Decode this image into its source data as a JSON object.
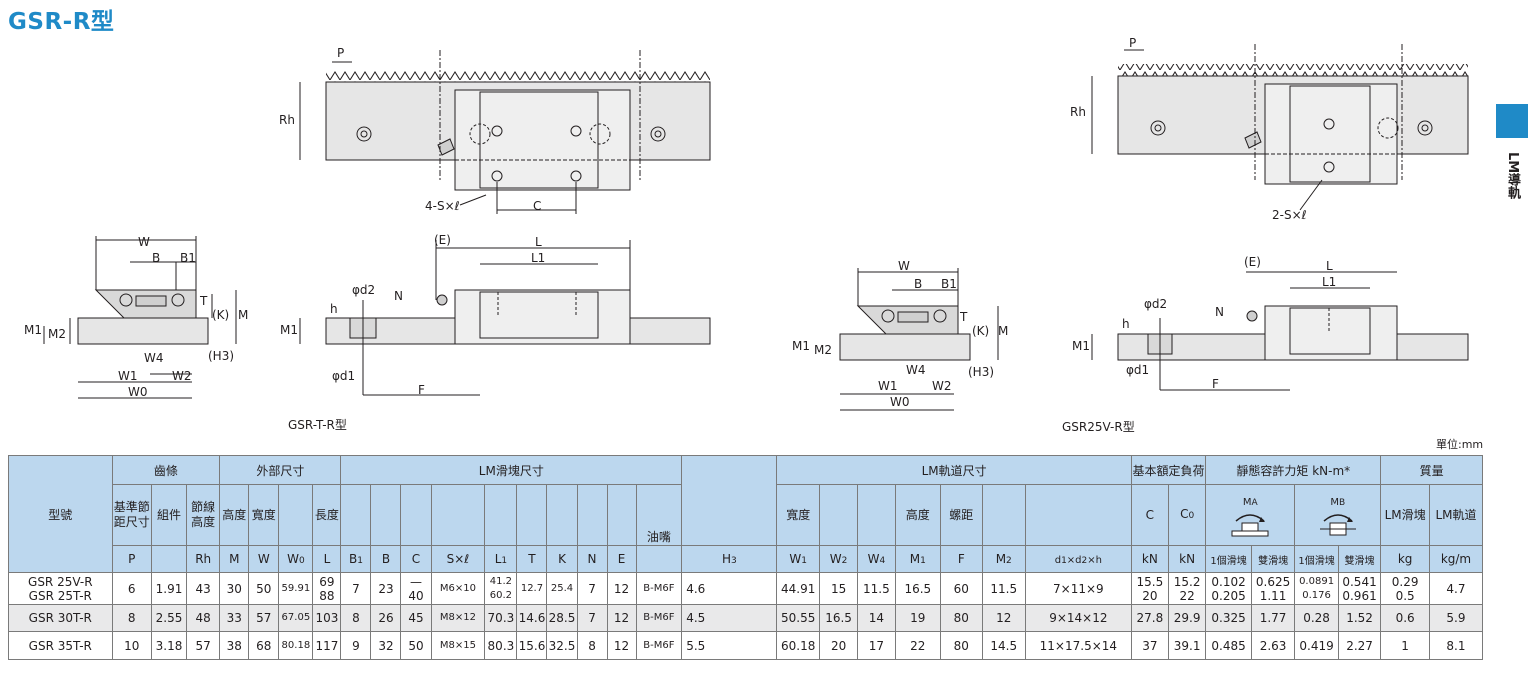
{
  "page_title": "GSR-R型",
  "side_tab_label": "LM導軌",
  "captions": {
    "left_drawing": "GSR-T-R型",
    "right_drawing": "GSR25V-R型"
  },
  "unit_note": "單位:mm",
  "drawing_labels": {
    "pitch": "P",
    "rail_height": "Rh",
    "holes_4": "4-S×ℓ",
    "holes_2": "2-S×ℓ",
    "c": "C",
    "w": "W",
    "b": "B",
    "b1": "B1",
    "t": "T",
    "k": "(K)",
    "m": "M",
    "m1": "M1",
    "m2": "M2",
    "w4": "W4",
    "w1": "W1",
    "w2": "W2",
    "w0": "W0",
    "h3": "(H3)",
    "e": "(E)",
    "l": "L",
    "l1": "L1",
    "d2": "φd2",
    "d1": "φd1",
    "h": "h",
    "n": "N",
    "f": "F"
  },
  "table": {
    "groups": {
      "model": "型號",
      "rack": "齒條",
      "outer": "外部尺寸",
      "block": "LM滑塊尺寸",
      "rail": "LM軌道尺寸",
      "load": "基本額定負荷",
      "moment": "靜態容許力矩 kN-m*",
      "mass": "質量"
    },
    "sub": {
      "pitch": "基準節距尺寸",
      "module": "組件",
      "pitch_height": "節線高度",
      "height": "高度",
      "width": "寬度",
      "length": "長度",
      "nipple": "油嘴",
      "rail_width": "寬度",
      "rail_height": "高度",
      "spacing": "螺距",
      "c": "C",
      "c0": "C0",
      "ma": "MA",
      "mb": "MB",
      "one_block": "1個滑塊",
      "double_block": "雙滑塊",
      "mass_block": "LM滑塊",
      "mass_rail": "LM軌道"
    },
    "symbols": [
      "P",
      "",
      "Rh",
      "M",
      "W",
      "W0",
      "L",
      "B1",
      "B",
      "C",
      "S×ℓ",
      "L1",
      "T",
      "K",
      "N",
      "E",
      "",
      "H3",
      "W1",
      "W2",
      "W4",
      "M1",
      "F",
      "M2",
      "d1×d2×h",
      "kN",
      "kN",
      "",
      "",
      "",
      "",
      "kg",
      "kg/m"
    ],
    "rows": [
      {
        "model": [
          "GSR 25V-R",
          "GSR 25T-R"
        ],
        "p": "6",
        "module": "1.91",
        "rh": "43",
        "m": "30",
        "w": "50",
        "w0": "59.91",
        "l": [
          "69",
          "88"
        ],
        "b1": "7",
        "b": "23",
        "c": [
          "—",
          "40"
        ],
        "s": "M6×10",
        "l1": [
          "41.2",
          "60.2"
        ],
        "t": "12.7",
        "k": "25.4",
        "n": "7",
        "e": "12",
        "nipple": "B-M6F",
        "h3": "4.6",
        "w1": "44.91",
        "w2": "15",
        "w4": "11.5",
        "m1": "16.5",
        "f": "60",
        "m2": "11.5",
        "d": "7×11×9",
        "c_kn": [
          "15.5",
          "20"
        ],
        "c0_kn": [
          "15.2",
          "22"
        ],
        "ma1": [
          "0.102",
          "0.205"
        ],
        "ma2": [
          "0.625",
          "1.11"
        ],
        "mb1": [
          "0.0891",
          "0.176"
        ],
        "mb2": [
          "0.541",
          "0.961"
        ],
        "kg": [
          "0.29",
          "0.5"
        ],
        "kgm": "4.7"
      },
      {
        "model": "GSR 30T-R",
        "p": "8",
        "module": "2.55",
        "rh": "48",
        "m": "33",
        "w": "57",
        "w0": "67.05",
        "l": "103",
        "b1": "8",
        "b": "26",
        "c": "45",
        "s": "M8×12",
        "l1": "70.3",
        "t": "14.6",
        "k": "28.5",
        "n": "7",
        "e": "12",
        "nipple": "B-M6F",
        "h3": "4.5",
        "w1": "50.55",
        "w2": "16.5",
        "w4": "14",
        "m1": "19",
        "f": "80",
        "m2": "12",
        "d": "9×14×12",
        "c_kn": "27.8",
        "c0_kn": "29.9",
        "ma1": "0.325",
        "ma2": "1.77",
        "mb1": "0.28",
        "mb2": "1.52",
        "kg": "0.6",
        "kgm": "5.9"
      },
      {
        "model": "GSR 35T-R",
        "p": "10",
        "module": "3.18",
        "rh": "57",
        "m": "38",
        "w": "68",
        "w0": "80.18",
        "l": "117",
        "b1": "9",
        "b": "32",
        "c": "50",
        "s": "M8×15",
        "l1": "80.3",
        "t": "15.6",
        "k": "32.5",
        "n": "8",
        "e": "12",
        "nipple": "B-M6F",
        "h3": "5.5",
        "w1": "60.18",
        "w2": "20",
        "w4": "17",
        "m1": "22",
        "f": "80",
        "m2": "14.5",
        "d": "11×17.5×14",
        "c_kn": "37",
        "c0_kn": "39.1",
        "ma1": "0.485",
        "ma2": "2.63",
        "mb1": "0.419",
        "mb2": "2.27",
        "kg": "1",
        "kgm": "8.1"
      }
    ]
  },
  "colors": {
    "brand_blue": "#1f8ac7",
    "header_fill": "#bcd7ee",
    "row_shade": "#e9e9ea"
  }
}
